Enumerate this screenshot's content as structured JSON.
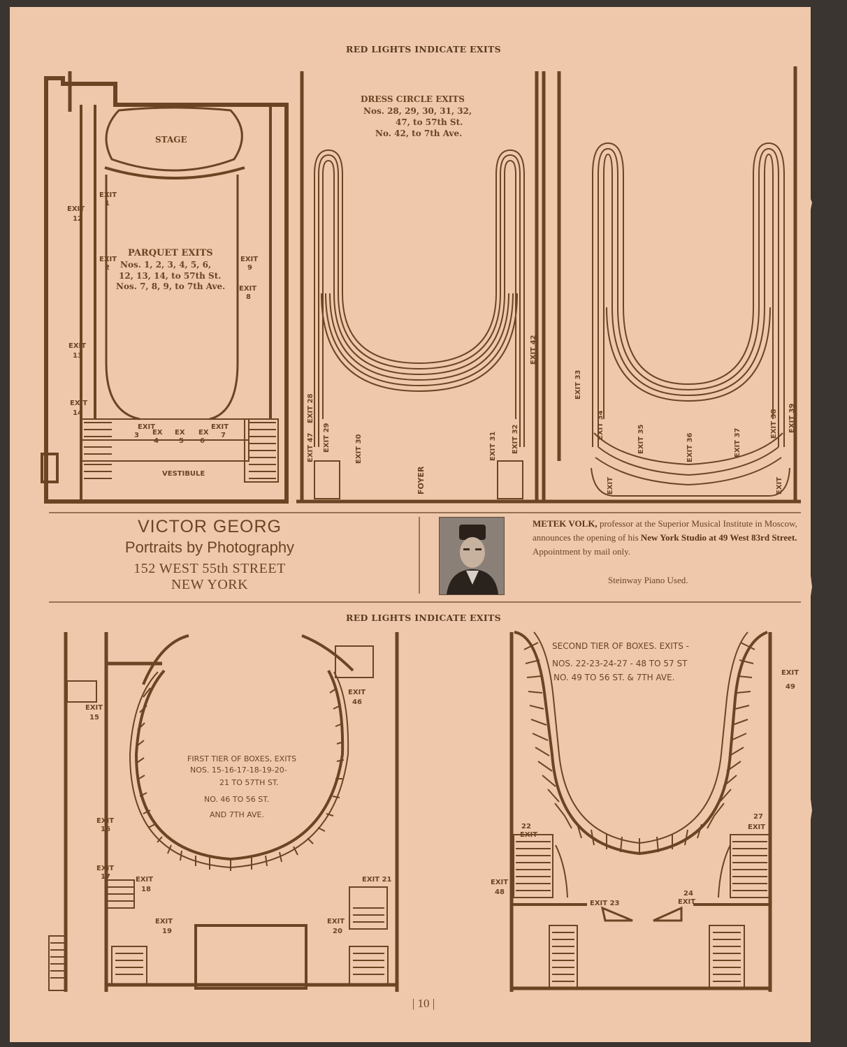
{
  "headers": {
    "top": "RED LIGHTS INDICATE EXITS",
    "middle": "RED LIGHTS INDICATE EXITS"
  },
  "parquet": {
    "stage": "STAGE",
    "vestibule": "VESTIBULE",
    "title": "PARQUET EXITS",
    "line1": "Nos. 1, 2, 3, 4, 5, 6,",
    "line2": "12, 13, 14, to 57th St.",
    "line3": "Nos. 7, 8, 9, to 7th Ave."
  },
  "dress_circle": {
    "title": "DRESS CIRCLE EXITS",
    "line1": "Nos. 28, 29, 30, 31, 32,",
    "line2": "47, to 57th St.",
    "line3": "No. 42, to 7th Ave.",
    "foyer": "FOYER"
  },
  "georg": {
    "name": "VICTOR GEORG",
    "tagline": "Portraits by Photography",
    "address": "152 WEST 55th STREET",
    "city": "NEW YORK"
  },
  "volk": {
    "name": "METEK VOLK,",
    "text1": " professor at the Superior Musical Institute in Moscow, announces the opening of his ",
    "studio": "New York Studio at 49 West 83rd Street.",
    "text2": " Appointment by mail only.",
    "piano": "Steinway Piano Used."
  },
  "first_tier": {
    "line1": "FIRST TIER OF BOXES, EXITS",
    "line2": "NOS. 15-16-17-18-19-20-",
    "line3": "21 TO 57TH ST.",
    "line4": "NO. 46 TO 56 ST.",
    "line5": "AND 7TH AVE."
  },
  "second_tier": {
    "line1": "SECOND TIER OF BOXES. EXITS -",
    "line2": "NOS. 22-23-24-27 - 48 TO 57 ST",
    "line3": "NO. 49 TO 56 ST. & 7TH AVE."
  },
  "page_number": "| 10 |"
}
